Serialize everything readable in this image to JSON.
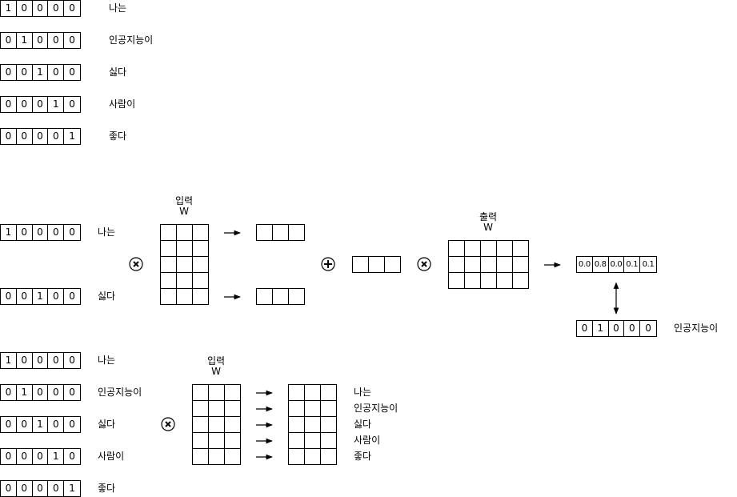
{
  "vocab": [
    {
      "vector": [
        "1",
        "0",
        "0",
        "0",
        "0"
      ],
      "word": "나는"
    },
    {
      "vector": [
        "0",
        "1",
        "0",
        "0",
        "0"
      ],
      "word": "인공지능이"
    },
    {
      "vector": [
        "0",
        "0",
        "1",
        "0",
        "0"
      ],
      "word": "싫다"
    },
    {
      "vector": [
        "0",
        "0",
        "0",
        "1",
        "0"
      ],
      "word": "사람이"
    },
    {
      "vector": [
        "0",
        "0",
        "0",
        "0",
        "1"
      ],
      "word": "좋다"
    }
  ],
  "cbow": {
    "context": [
      {
        "vector": [
          "1",
          "0",
          "0",
          "0",
          "0"
        ],
        "word": "나는"
      },
      {
        "vector": [
          "0",
          "0",
          "1",
          "0",
          "0"
        ],
        "word": "싫다"
      }
    ],
    "input_title": "입력",
    "input_weight": "W",
    "output_title": "출력",
    "output_weight": "W",
    "prediction": [
      "0.0",
      "0.8",
      "0.0",
      "0.1",
      "0.1"
    ],
    "target": {
      "vector": [
        "0",
        "1",
        "0",
        "0",
        "0"
      ],
      "word": "인공지능이"
    }
  },
  "embedding": {
    "input_title": "입력",
    "input_weight": "W",
    "output_words": [
      "나는",
      "인공지능이",
      "싫다",
      "사람이",
      "좋다"
    ]
  },
  "symbols": {
    "multiply": "multiply-circle-icon",
    "add": "plus-circle-icon"
  }
}
